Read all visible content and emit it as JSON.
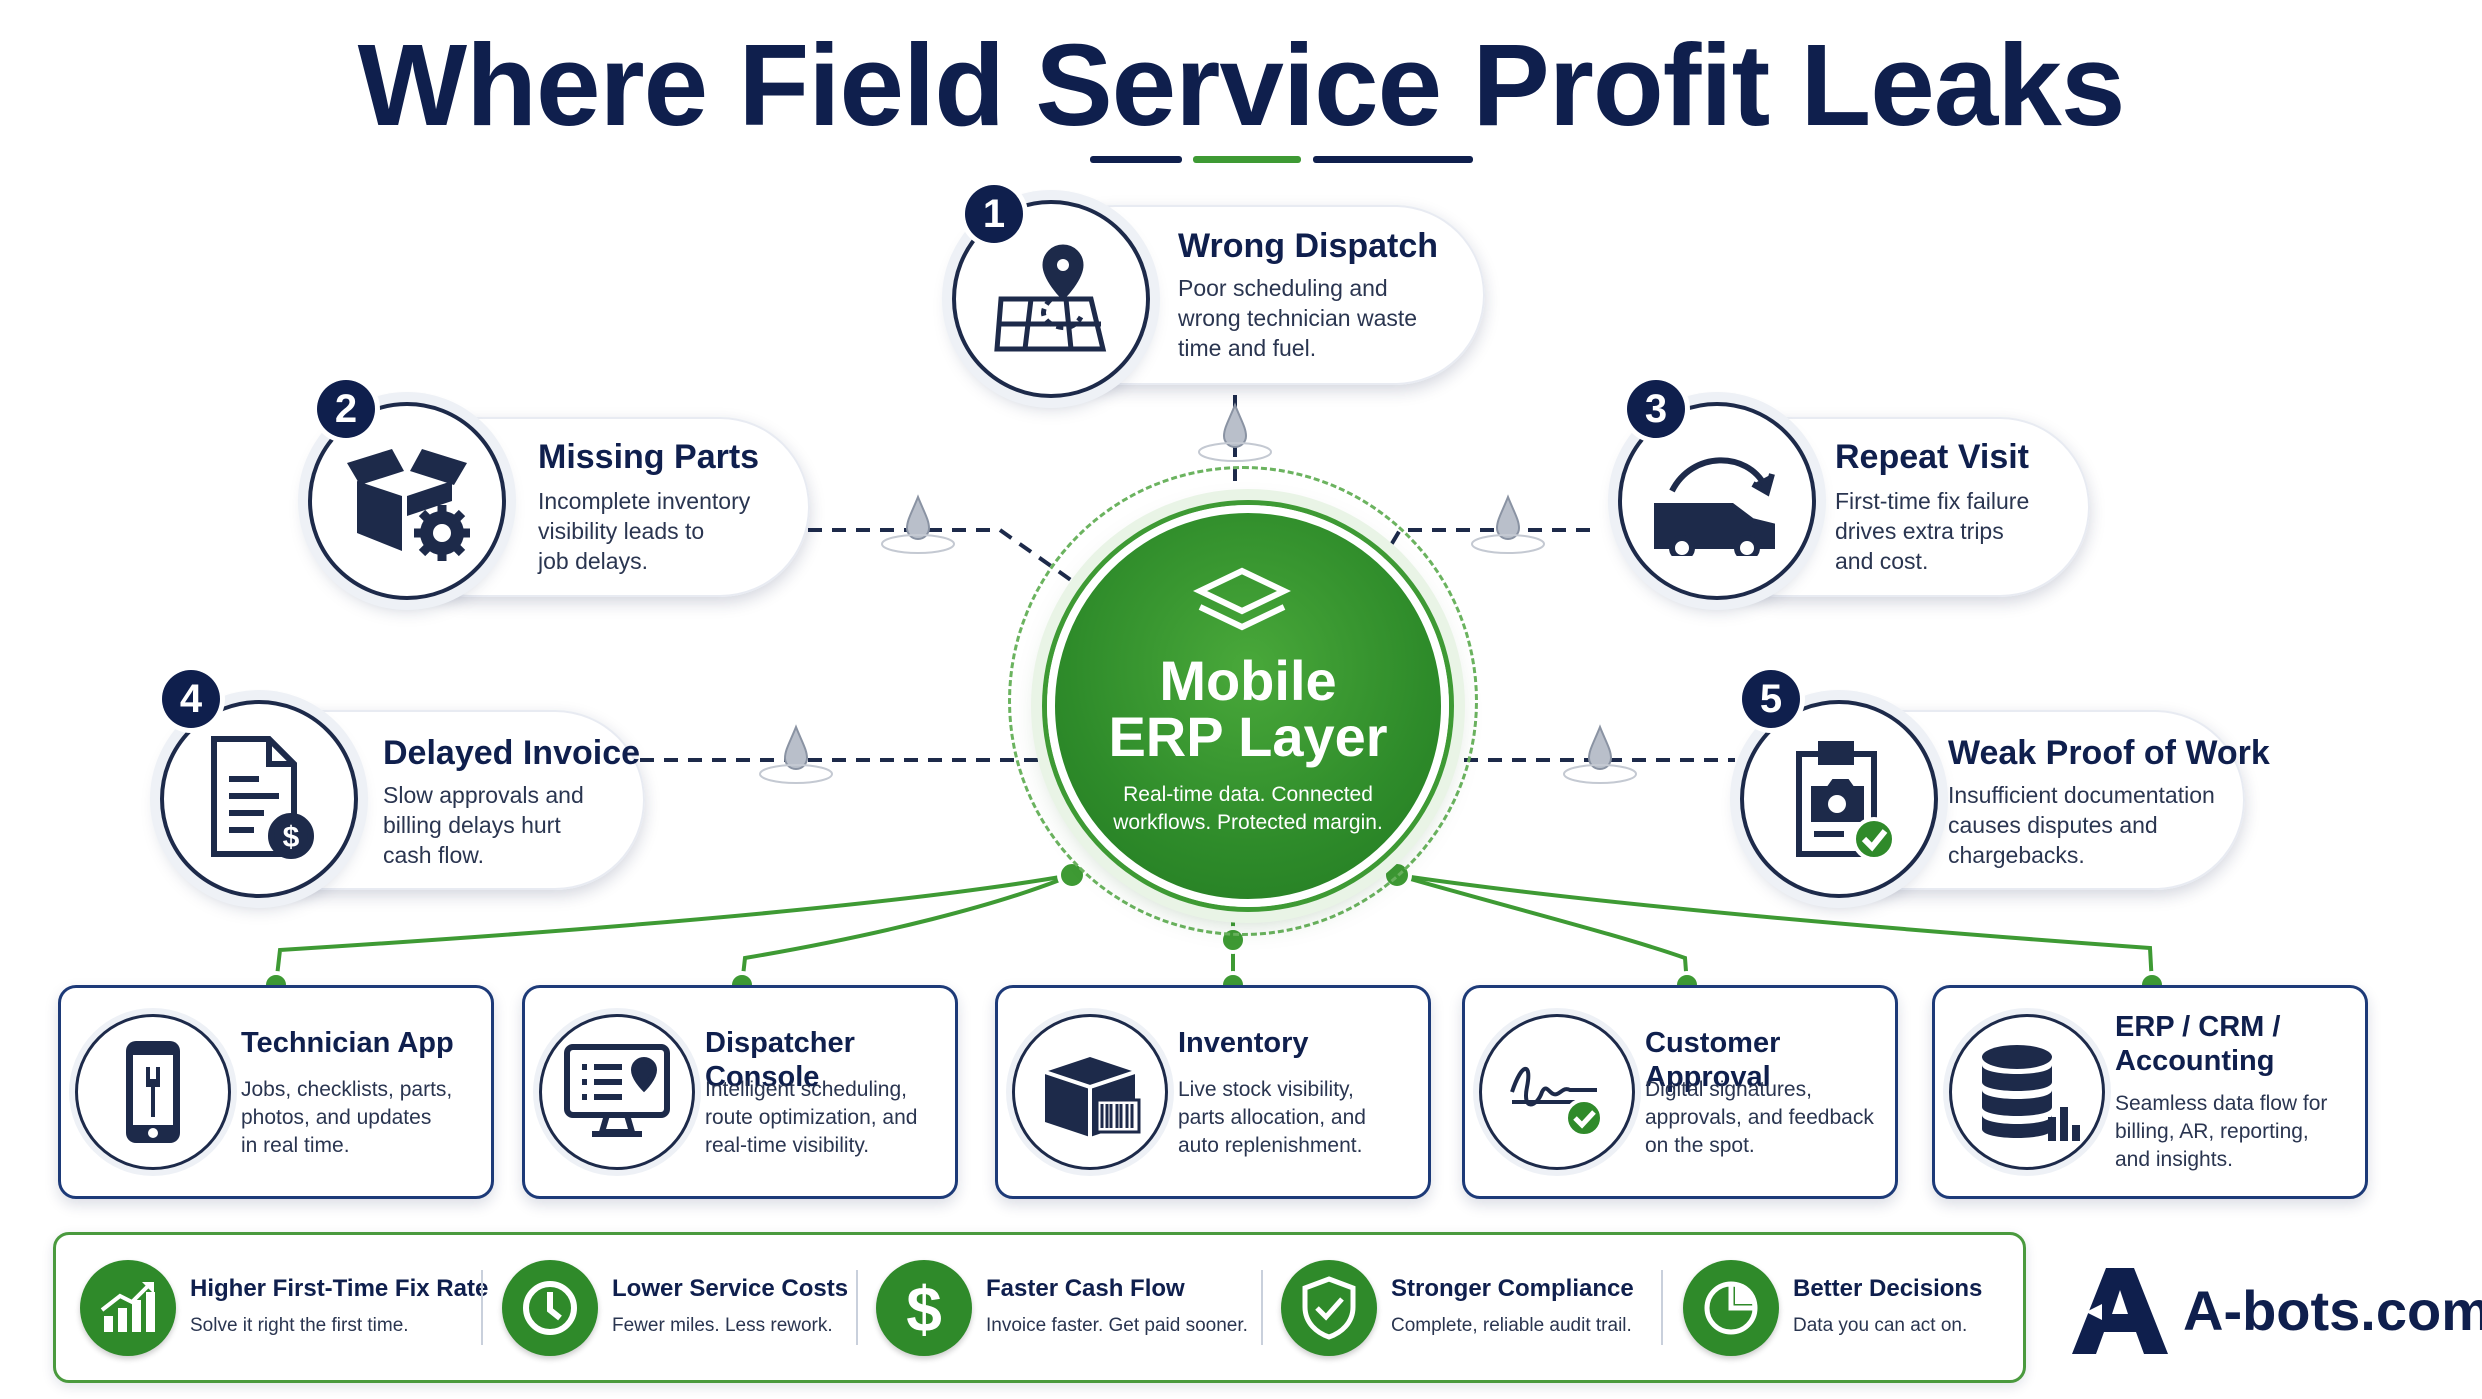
{
  "title": "Where Field Service Profit Leaks",
  "colors": {
    "navy": "#0f1f4d",
    "green": "#2f8a2a",
    "accent_rule": "#3e9a34"
  },
  "leaks": [
    {
      "number": "1",
      "title": "Wrong Dispatch",
      "description": [
        "Poor scheduling and",
        "wrong technician waste",
        "time and fuel."
      ],
      "icon": "map-pin-icon"
    },
    {
      "number": "2",
      "title": "Missing Parts",
      "description": [
        "Incomplete inventory",
        "visibility leads to",
        "job delays."
      ],
      "icon": "box-gear-icon"
    },
    {
      "number": "3",
      "title": "Repeat Visit",
      "description": [
        "First-time fix failure",
        "drives extra trips",
        "and cost."
      ],
      "icon": "van-return-icon"
    },
    {
      "number": "4",
      "title": "Delayed Invoice",
      "description": [
        "Slow approvals and",
        "billing delays hurt",
        "cash flow."
      ],
      "icon": "invoice-dollar-icon"
    },
    {
      "number": "5",
      "title": "Weak Proof of Work",
      "description": [
        "Insufficient documentation",
        "causes disputes and",
        "chargebacks."
      ],
      "icon": "clipboard-camera-icon"
    }
  ],
  "hub": {
    "title_line1": "Mobile",
    "title_line2": "ERP Layer",
    "subtitle_line1": "Real-time data. Connected",
    "subtitle_line2": "workflows. Protected margin.",
    "icon": "layers-icon"
  },
  "features": [
    {
      "title": [
        "Technician App"
      ],
      "description": [
        "Jobs, checklists, parts,",
        "photos, and updates",
        "in real time."
      ],
      "icon": "phone-wrench-icon"
    },
    {
      "title": [
        "Dispatcher Console"
      ],
      "description": [
        "Intelligent scheduling,",
        "route optimization, and",
        "real-time visibility."
      ],
      "icon": "monitor-map-icon"
    },
    {
      "title": [
        "Inventory"
      ],
      "description": [
        "Live stock visibility,",
        "parts allocation, and",
        "auto replenishment."
      ],
      "icon": "box-barcode-icon"
    },
    {
      "title": [
        "Customer Approval"
      ],
      "description": [
        "Digital signatures,",
        "approvals, and feedback",
        "on the spot."
      ],
      "icon": "signature-check-icon"
    },
    {
      "title": [
        "ERP / CRM /",
        "Accounting"
      ],
      "description": [
        "Seamless data flow for",
        "billing, AR, reporting,",
        "and insights."
      ],
      "icon": "database-chart-icon"
    }
  ],
  "benefits": [
    {
      "title": "Higher First-Time Fix Rate",
      "description": "Solve it right the first time.",
      "icon": "growth-chart-icon"
    },
    {
      "title": "Lower Service Costs",
      "description": "Fewer miles. Less rework.",
      "icon": "clock-icon"
    },
    {
      "title": "Faster Cash Flow",
      "description": "Invoice faster. Get paid sooner.",
      "icon": "dollar-icon"
    },
    {
      "title": "Stronger Compliance",
      "description": "Complete, reliable audit trail.",
      "icon": "shield-check-icon"
    },
    {
      "title": "Better Decisions",
      "description": "Data you can act on.",
      "icon": "pie-chart-icon"
    }
  ],
  "brand": {
    "name": "A-bots.com",
    "icon": "a-bots-logo-icon"
  }
}
